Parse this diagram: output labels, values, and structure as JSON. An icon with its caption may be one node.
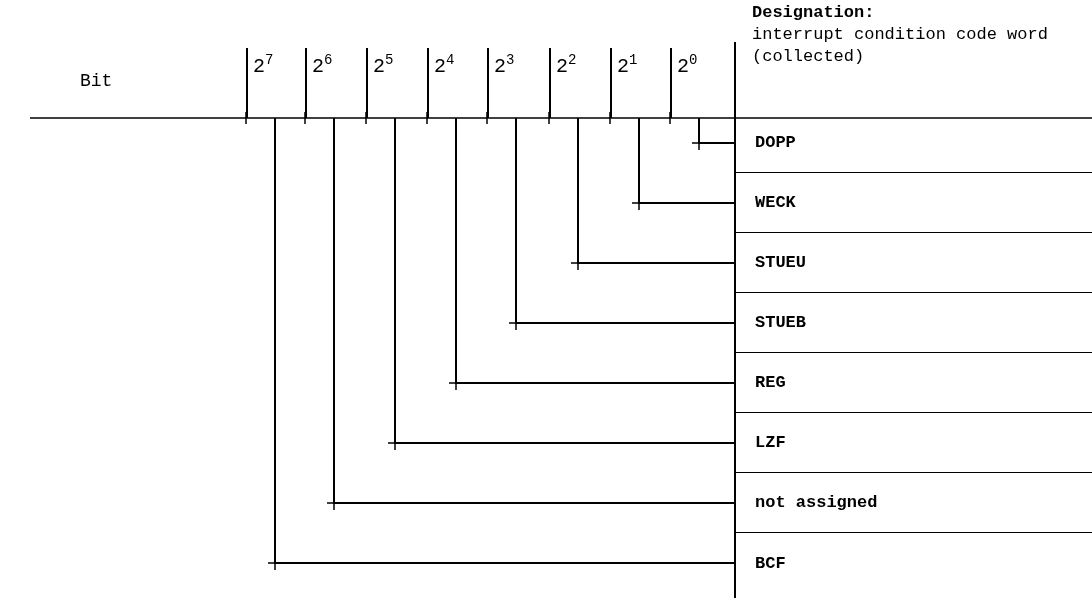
{
  "diagram": {
    "nodes": [
      {
        "text": [
          "2$^{7}$"
        ]
      },
      {
        "text": [
          "2$^{6}$"
        ]
      },
      {
        "text": [
          "2$^{5}$"
        ]
      },
      {
        "text": [
          "2$^{4}$"
        ]
      },
      {
        "text": [
          "2$^{3}$"
        ]
      },
      {
        "text": [
          "2$^{2}$"
        ]
      },
      {
        "text": [
          "2$^{1}$"
        ]
      },
      {
        "text": [
          "2$^{0}$"
        ]
      },
      {
        "text": [
          "DOPP"
        ]
      },
      {
        "text": [
          "WECK"
        ]
      },
      {
        "text": [
          "STUEU"
        ]
      },
      {
        "text": [
          "STUEB"
        ]
      },
      {
        "text": [
          "REG"
        ]
      },
      {
        "text": [
          "LZF"
        ]
      },
      {
        "text": [
          "not assigned"
        ]
      },
      {
        "text": [
          "BCF"
        ]
      }
    ],
    "edges": [
      {
        "from": 7,
        "to": 8,
        "arrow": "none"
      },
      {
        "from": 6,
        "to": 9,
        "arrow": "none"
      },
      {
        "from": 5,
        "to": 10,
        "arrow": "none"
      },
      {
        "from": 4,
        "to": 11,
        "arrow": "none"
      },
      {
        "from": 3,
        "to": 12,
        "arrow": "none"
      },
      {
        "from": 2,
        "to": 13,
        "arrow": "none"
      },
      {
        "from": 1,
        "to": 14,
        "arrow": "none"
      },
      {
        "from": 0,
        "to": 15,
        "arrow": "none"
      }
    ],
    "labels": [
      "Bit",
      "Designation:",
      "interrupt condition code word (collected)"
    ]
  }
}
